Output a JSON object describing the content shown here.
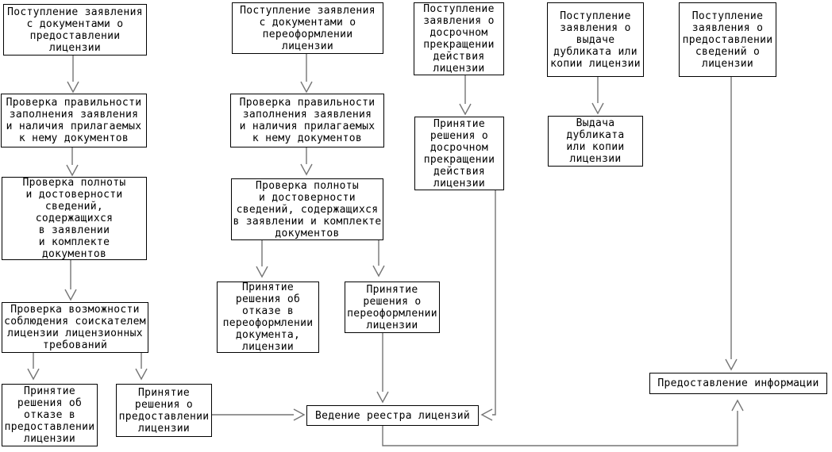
{
  "diagram": {
    "type": "flowchart",
    "language": "ru",
    "colors": {
      "background": "#ffffff",
      "box_fill": "#ffffff",
      "box_border": "#000000",
      "text": "#000000",
      "connector": "#757575"
    },
    "nodes": {
      "col1_intake": {
        "text": "Поступление заявления\nс документами о\nпредоставлении\nлицензии"
      },
      "col1_check_form": {
        "text": "Проверка правильности\nзаполнения заявления\nи наличия прилагаемых\nк нему документов"
      },
      "col1_check_completeness": {
        "text": "Проверка полноты\nи достоверности\nсведений,\nсодержащихся\nв заявлении\nи комплекте\nдокументов"
      },
      "col1_check_compliance": {
        "text": "Проверка возможности\nсоблюдения соискателем\nлицензии лицензионных\nтребований"
      },
      "col1_decision_refuse": {
        "text": "Принятие\nрешения об\nотказе в\nпредоставлении\nлицензии"
      },
      "col1_decision_grant": {
        "text": "Принятие\nрешения о\nпредоставлении\nлицензии"
      },
      "col2_intake": {
        "text": "Поступление заявления\nс документами о\nпереоформлении\nлицензии"
      },
      "col2_check_form": {
        "text": "Проверка правильности\nзаполнения заявления\nи наличия прилагаемых\nк нему документов"
      },
      "col2_check_completeness": {
        "text": "Проверка полноты\nи достоверности\nсведений, содержащихся\nв заявлении и комплекте\nдокументов"
      },
      "col2_decision_refuse": {
        "text": "Принятие\nрешения об\nотказе в\nпереоформлении\nдокумента,\nлицензии"
      },
      "col2_decision_reissue": {
        "text": "Принятие\nрешения о\nпереоформлении\nлицензии"
      },
      "col3_intake": {
        "text": "Поступление\nзаявления о\nдосрочном\nпрекращении\nдействия\nлицензии"
      },
      "col3_decision_terminate": {
        "text": "Принятие\nрешения о\nдосрочном\nпрекращении\nдействия\nлицензии"
      },
      "col4_intake": {
        "text": "Поступление\nзаявления о\nвыдаче\nдубликата или\nкопии лицензии"
      },
      "col4_issue_duplicate": {
        "text": "Выдача\nдубликата\nили копии\nлицензии"
      },
      "col5_intake": {
        "text": "Поступление\nзаявления о\nпредоставлении\nсведений о\nлицензии"
      },
      "registry": {
        "text": "Ведение реестра лицензий"
      },
      "provide_info": {
        "text": "Предоставление информации"
      }
    }
  }
}
